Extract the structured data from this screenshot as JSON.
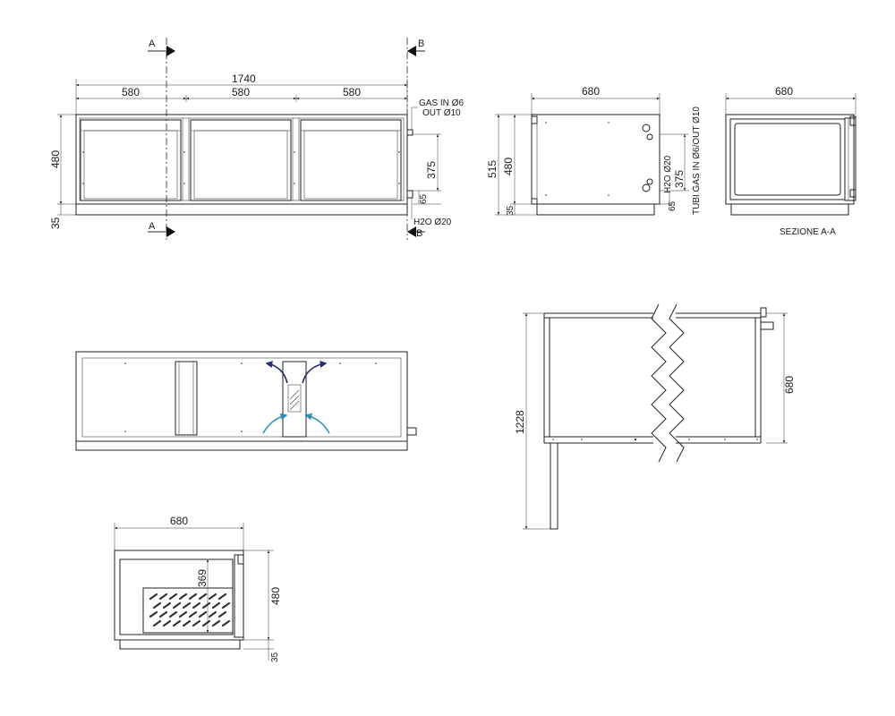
{
  "colors": {
    "line": "#222222",
    "air_intake": "#2b8fb8",
    "air_exhaust": "#2a2f6e"
  },
  "front_view": {
    "width_total": "1740",
    "module_widths": [
      "580",
      "580",
      "580"
    ],
    "height": "480",
    "base": "35",
    "h375": "375",
    "h65": "65",
    "section_a": "A",
    "section_b": "B",
    "gas_in": "GAS IN Ø6",
    "gas_out": "OUT Ø10",
    "water": "H2O Ø20"
  },
  "side_view": {
    "width": "680",
    "h515": "515",
    "h480": "480",
    "h35": "35",
    "h375": "375",
    "h65": "65",
    "water": "H2O Ø20",
    "gas": "TUBI GAS IN Ø6/OUT Ø10"
  },
  "section_view": {
    "width": "680",
    "caption": "SEZIONE A-A"
  },
  "top_view": {
    "depth": "1228",
    "width": "680"
  },
  "bottom_view": {
    "width": "680",
    "h369": "369",
    "h480": "480",
    "h35": "35"
  }
}
